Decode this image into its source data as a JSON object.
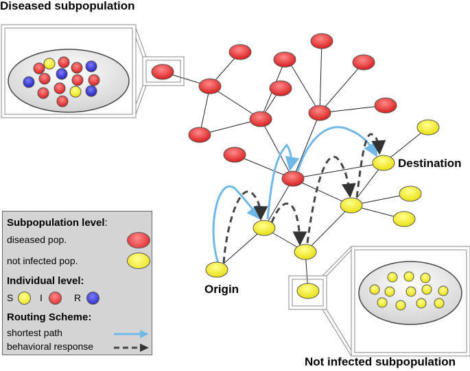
{
  "labels": {
    "diseased_subpop": "Diseased subpopulation",
    "not_infected_subpop": "Not infected subpopulation",
    "origin": "Origin",
    "destination": "Destination"
  },
  "legend": {
    "subpop_title": "Subpopulation level",
    "subpop_colon": ":",
    "diseased": "diseased pop.",
    "not_infected": "not infected pop.",
    "individual_title": "Individual level:",
    "s": "S",
    "i": "I",
    "r": "R",
    "routing_title": "Routing Scheme:",
    "shortest": "shortest path",
    "behavioral": "behavioral response"
  },
  "colors": {
    "diseased": "#e23030",
    "not_infected": "#f2ea1a",
    "recovered": "#3535c8",
    "shortest_path": "#6fb8e8",
    "behavioral": "#444444"
  }
}
